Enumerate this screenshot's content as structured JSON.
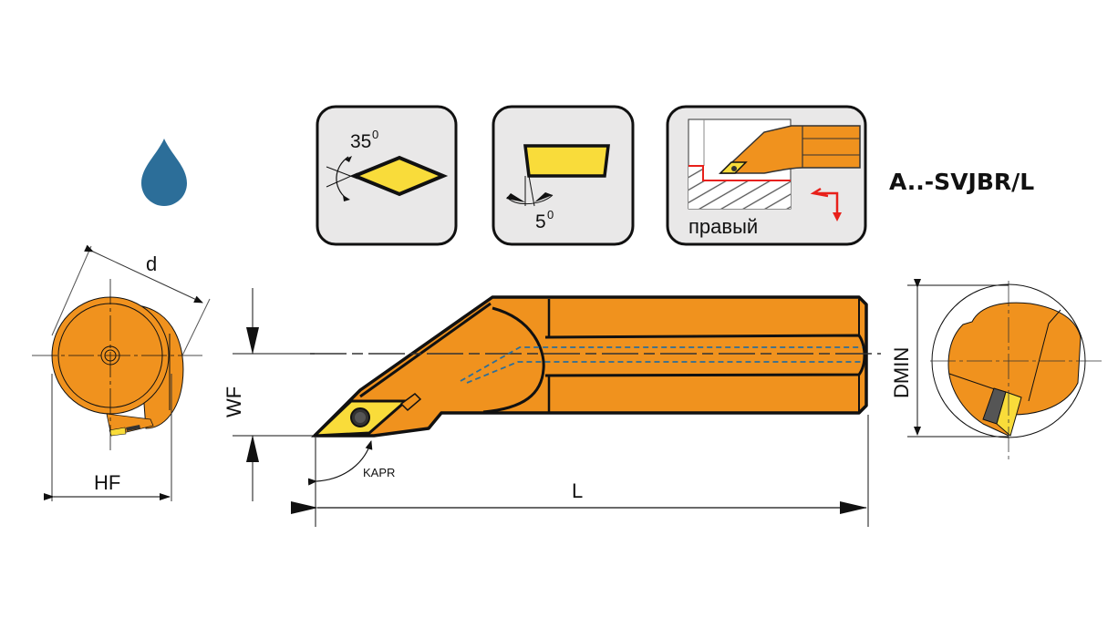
{
  "title": "A..-SVJBR/L",
  "icons": {
    "insert_angle": {
      "value": "35",
      "unit": "0"
    },
    "clearance_angle": {
      "value": "5",
      "unit": "0"
    },
    "hand": {
      "label": "правый"
    }
  },
  "dimensions": {
    "d": "d",
    "hf": "HF",
    "wf": "WF",
    "kapr": "KAPR",
    "l": "L",
    "dmin": "DMIN"
  },
  "colors": {
    "body": "#F0921E",
    "insert": "#F9DC3A",
    "coolant": "#2C6E99",
    "icon_bg": "#E9E8E8",
    "accent_red": "#E8201A"
  }
}
